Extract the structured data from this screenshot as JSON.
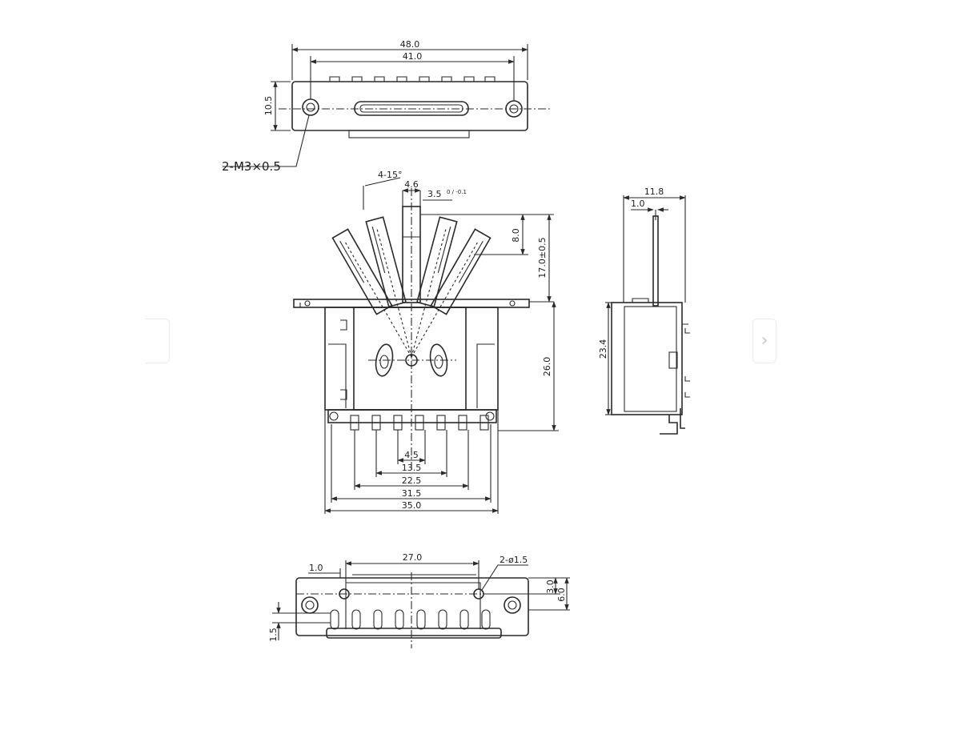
{
  "top_view": {
    "dim_overall": "48.0",
    "dim_holes": "41.0",
    "dim_height": "10.5",
    "screw_callout": "2-M3×0.5"
  },
  "front_view": {
    "angle": "4-15°",
    "lever_width": "4.6",
    "lever_tip": "3.5",
    "lever_tip_tol": "0 / -0.1",
    "lever_travel": "8.0",
    "lever_height": "17.0±0.5",
    "body_height": "26.0",
    "pin_pitch_1": "4.5",
    "pin_pitch_2": "13.5",
    "pin_pitch_3": "22.5",
    "pin_pitch_4": "31.5",
    "body_width": "35.0"
  },
  "side_view": {
    "depth": "11.8",
    "lever_thickness": "1.0",
    "height": "23.4"
  },
  "bottom_view": {
    "offset": "1.0",
    "pin_span": "27.0",
    "holes_callout": "2-ø1.5",
    "dim_a": "3.0",
    "dim_b": "6.0",
    "dim_c": "1.5"
  },
  "navigation": {
    "prev_icon": "chevron-left-icon",
    "next_icon": "chevron-right-icon",
    "next_glyph": "›"
  }
}
